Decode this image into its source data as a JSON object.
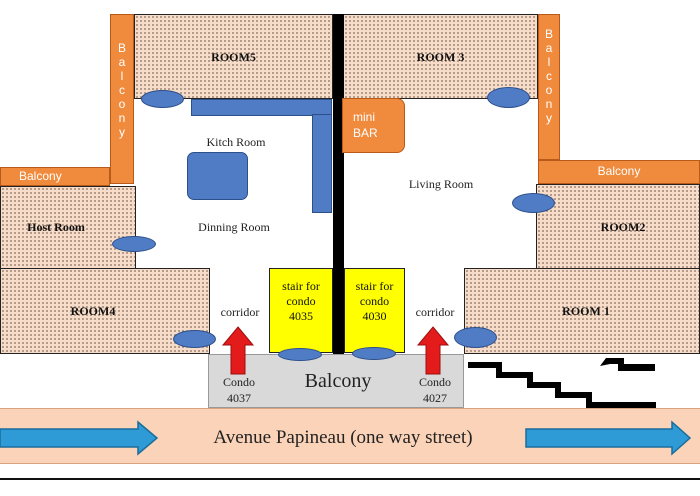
{
  "rooms": {
    "room5": "ROOM5",
    "room3": "ROOM 3",
    "room2": "ROOM2",
    "room4": "ROOM4",
    "room1": "ROOM 1",
    "host": "Host Room"
  },
  "areas": {
    "kitchen": "Kitch Room",
    "dining": "Dinning Room",
    "living": "Living Room",
    "corridor_left": "corridor",
    "corridor_right": "corridor",
    "balcony_main": "Balcony",
    "street": "Avenue Papineau (one way street)"
  },
  "balconies": {
    "left_vertical": [
      "B",
      "a",
      "l",
      "c",
      "o",
      "n",
      "y"
    ],
    "right_vertical": [
      "B",
      "a",
      "l",
      "c",
      "o",
      "n",
      "y"
    ],
    "left_horizontal": "Balcony",
    "right_horizontal": "Balcony"
  },
  "mini_bar": [
    "mini",
    "BAR"
  ],
  "stairs": {
    "left": [
      "stair for",
      "condo",
      "4035"
    ],
    "right": [
      "stair for",
      "condo",
      "4030"
    ]
  },
  "condos": {
    "left": [
      "Condo",
      "4037"
    ],
    "right": [
      "Condo",
      "4027"
    ]
  },
  "colors": {
    "room_fill": "#f7dcc9",
    "balcony_orange": "#f08a3c",
    "door_blue": "#4f7cc4",
    "stair_yellow": "#ffff00",
    "arrow_red": "#e31b1b",
    "street_fill": "#fbd3b8",
    "street_arrow": "#2e9bd6",
    "divider": "#000000",
    "balcony_gray": "#d9d9d9"
  }
}
